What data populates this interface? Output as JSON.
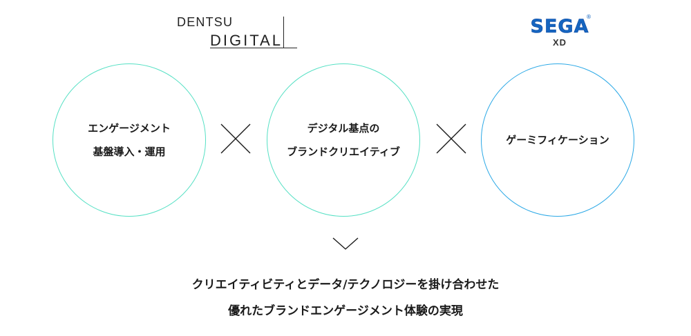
{
  "logos": {
    "dentsu_digital": {
      "line1": "DENTSU",
      "line2": "DIGITAL"
    },
    "sega_xd": {
      "brand": "SEGA",
      "registered": "®",
      "sub": "XD",
      "brand_color": "#1565c0"
    }
  },
  "circles": [
    {
      "lines": [
        "エンゲージメント",
        "基盤導入・運用"
      ],
      "border_color": "#55e0c4"
    },
    {
      "lines": [
        "デジタル基点の",
        "ブランドクリエイティブ"
      ],
      "border_color": "#55e0c4"
    },
    {
      "lines": [
        "ゲーミフィケーション"
      ],
      "border_color": "#2aa8e6"
    }
  ],
  "icons": {
    "operator": "cross-icon",
    "arrow": "chevron-down-icon"
  },
  "tagline": {
    "line1": "クリエイティビティとデータ/テクノロジーを掛け合わせた",
    "line2": "優れたブランドエンゲージメント体験の実現"
  }
}
